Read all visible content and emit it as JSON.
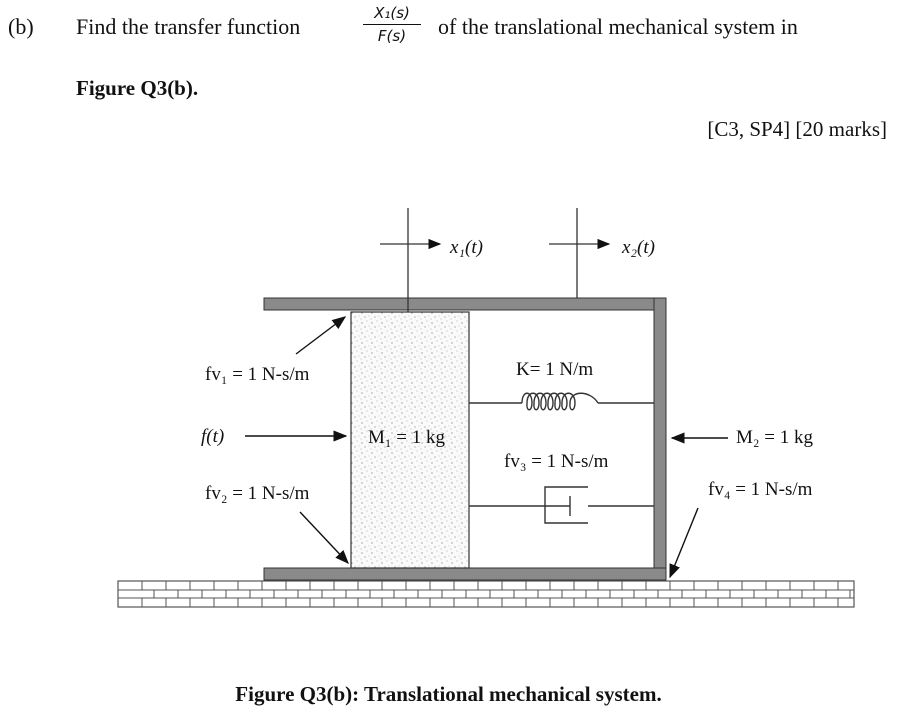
{
  "question": {
    "label": "(b)",
    "text_before": "Find the transfer function",
    "fraction": {
      "numerator": "X₁(s)",
      "denominator": "F(s)"
    },
    "text_after": "of the translational mechanical system in",
    "figure_ref": "Figure Q3(b).",
    "marks": "[C3, SP4] [20 marks]"
  },
  "figure": {
    "x1_label": "x₁(t)",
    "x2_label": "x₂(t)",
    "fv1_label": "fv₁ = 1 N-s/m",
    "force_label": "f(t)",
    "fv2_label": "fv₂ = 1 N-s/m",
    "m1_label": "M₁ = 1 kg",
    "spring_label": "K= 1 N/m",
    "fv3_label": "fv₃ = 1 N-s/m",
    "m2_label": "M₂ = 1 kg",
    "fv4_label": "fv₄ = 1 N-s/m",
    "caption": "Figure Q3(b): Translational mechanical system."
  }
}
